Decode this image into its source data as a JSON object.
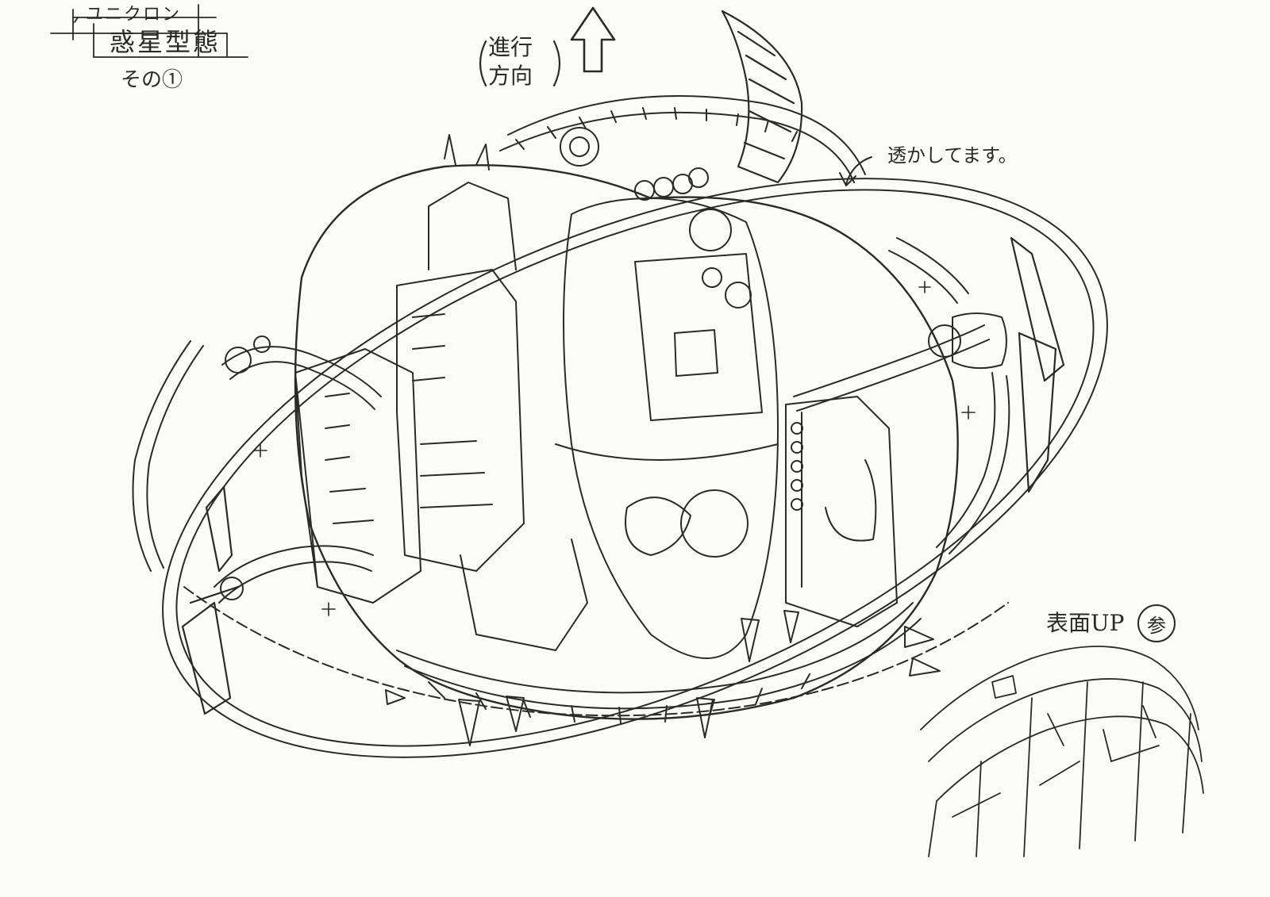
{
  "labels": {
    "character_name": "ユニクロン",
    "form_name": "惑星型態",
    "part": "その①",
    "direction_line1": "進行",
    "direction_line2": "方向",
    "see_through_note": "透かしてます。",
    "surface_note": "表面UP",
    "reference_mark": "参"
  },
  "colors": {
    "paper": "#fbfbf8",
    "ink": "#2a2a2a"
  },
  "icons": {
    "direction_arrow": "arrow-up-icon",
    "pointer_arrow": "curved-arrow-icon",
    "crosshair_marks": "plus-icon"
  }
}
